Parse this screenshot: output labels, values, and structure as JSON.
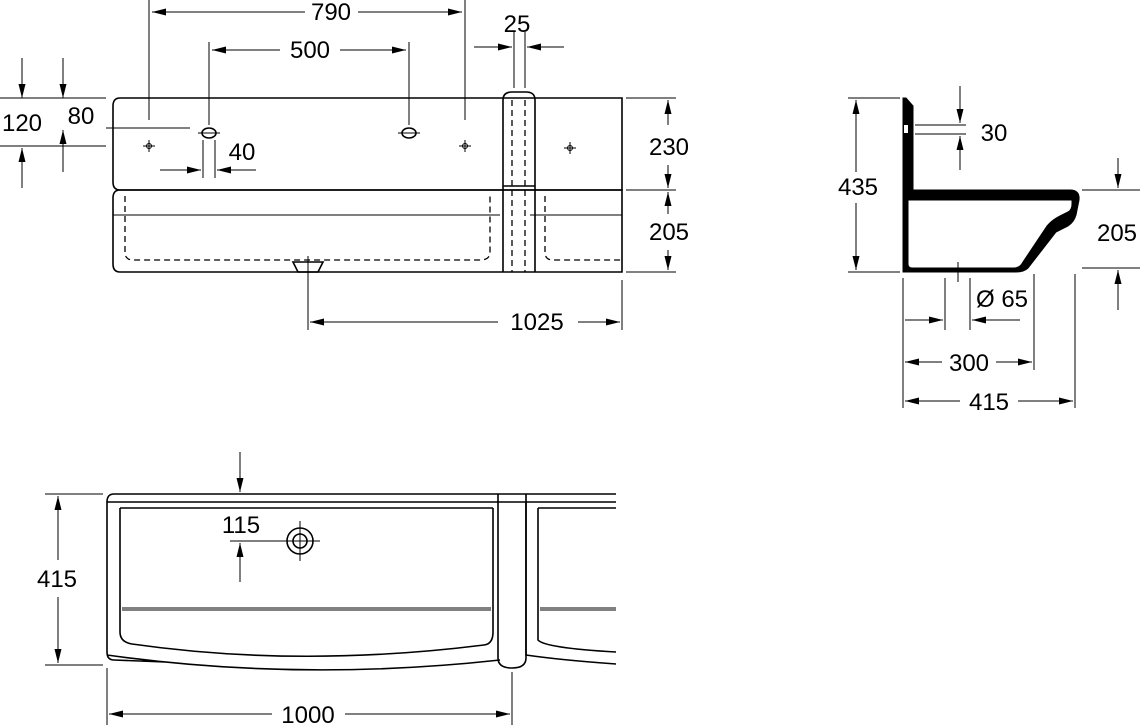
{
  "front_view": {
    "dims": {
      "width_790": "790",
      "spacing_500": "500",
      "pillar_25": "25",
      "height_120": "120",
      "height_80": "80",
      "offset_40": "40",
      "height_230": "230",
      "height_205": "205",
      "length_1025": "1025"
    }
  },
  "side_view": {
    "dims": {
      "height_435": "435",
      "lip_30": "30",
      "basin_205": "205",
      "drain_65": "Ø 65",
      "depth_300": "300",
      "depth_415": "415"
    }
  },
  "top_view": {
    "dims": {
      "depth_415": "415",
      "drain_115": "115",
      "width_1000": "1000"
    }
  }
}
